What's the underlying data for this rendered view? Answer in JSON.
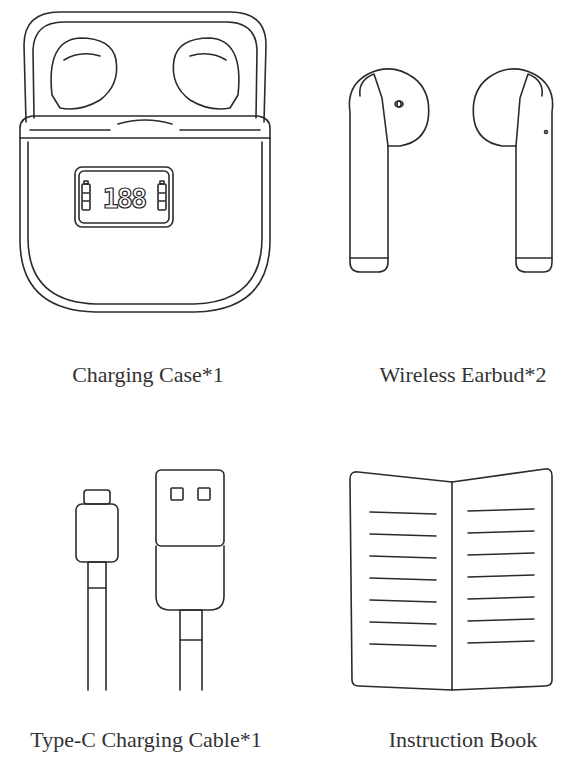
{
  "diagram": {
    "labels": [
      "188",
      "Charging Case*1",
      "Wireless Earbud*2",
      "Type-C Charging Cable*1",
      "Instruction Book"
    ]
  }
}
